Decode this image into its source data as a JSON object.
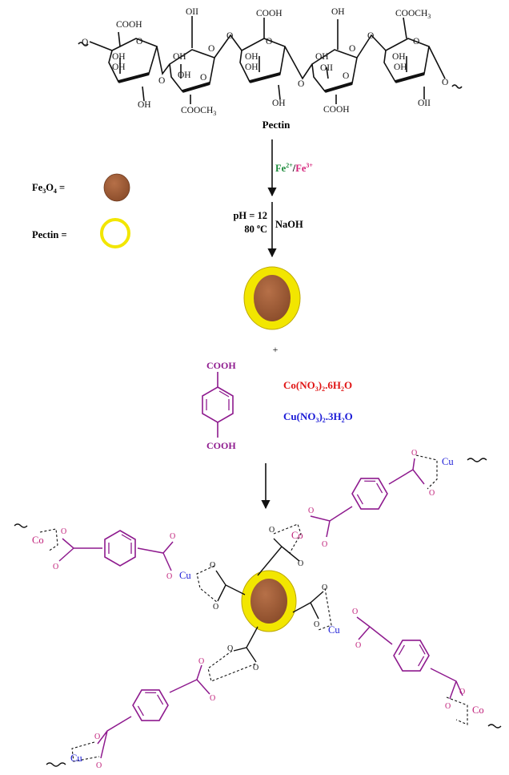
{
  "pectin_chain": {
    "o_label": "O",
    "oh_label": "OH",
    "ohI_label": "OII",
    "cooh_label": "COOH",
    "coome_label": "COOCH",
    "coome_sub": "3",
    "name": "Pectin"
  },
  "reagents": {
    "fe2": "Fe",
    "fe2_sup": "2+",
    "slash": "/",
    "fe3": "Fe",
    "fe3_sup": "3+",
    "ph": "pH = 12",
    "temp_num": "80 ",
    "temp_deg": "o",
    "temp_unit": "C",
    "naoh": "NaOH",
    "plus": "+"
  },
  "legend": {
    "fe3o4_a": "Fe",
    "fe3o4_s1": "3",
    "fe3o4_b": "O",
    "fe3o4_s2": "4",
    "fe3o4_eq": " =",
    "pectin_label": "Pectin ="
  },
  "linker": {
    "cooh_top": "COOH",
    "cooh_bottom": "COOH"
  },
  "metal_salts": {
    "co_a": "Co(NO",
    "co_s1": "3",
    "co_b": ")",
    "co_s2": "2",
    "co_c": ".6H",
    "co_s3": "2",
    "co_d": "O",
    "cu_a": "Cu(NO",
    "cu_s1": "3",
    "cu_b": ")",
    "cu_s2": "2",
    "cu_c": ".3H",
    "cu_s3": "2",
    "cu_d": "O"
  },
  "framework": {
    "co": "Co",
    "cu": "Cu",
    "o": "O"
  },
  "colors": {
    "fe3o4_core": "#9a5a35",
    "pectin_shell": "#f2e600",
    "linker": "#8e1a8e",
    "fe_text": "#1b8a3a",
    "fe3_text": "#d4237a",
    "co_text": "#e01414",
    "cu_text": "#1a1ad6",
    "metal_label": "#1a1ad6",
    "co_label": "#c0207a"
  }
}
